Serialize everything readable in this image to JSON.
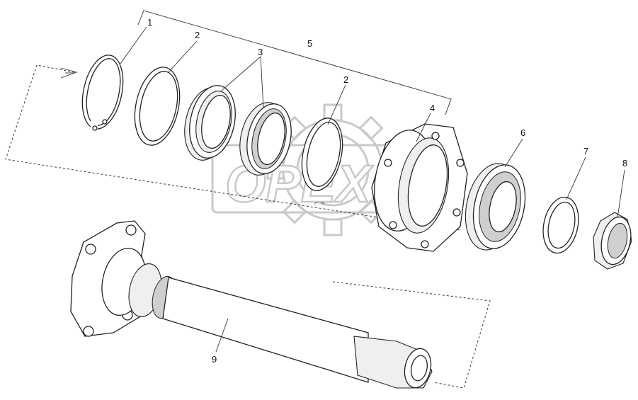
{
  "diagram": {
    "watermark": "OPEX",
    "callouts": [
      {
        "id": "c1",
        "label": "1"
      },
      {
        "id": "c2a",
        "label": "2"
      },
      {
        "id": "c3",
        "label": "3"
      },
      {
        "id": "c5",
        "label": "5"
      },
      {
        "id": "c2b",
        "label": "2"
      },
      {
        "id": "c4",
        "label": "4"
      },
      {
        "id": "c6",
        "label": "6"
      },
      {
        "id": "c7",
        "label": "7"
      },
      {
        "id": "c8",
        "label": "8"
      },
      {
        "id": "c9",
        "label": "9"
      }
    ]
  }
}
